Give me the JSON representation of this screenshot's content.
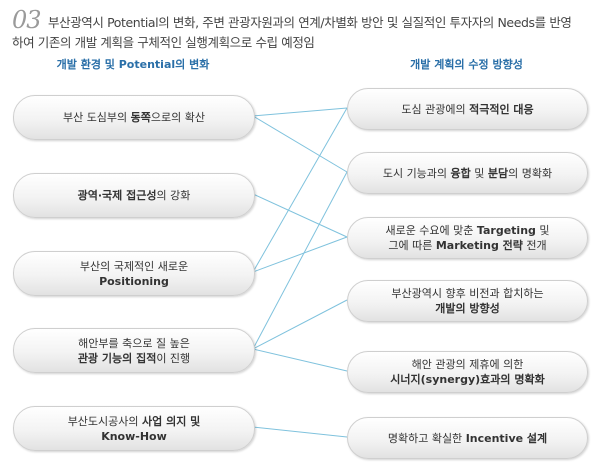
{
  "header": {
    "number": "03",
    "line1": "부산광역시 Potential의 변화, 주변 관광자원과의 연계/차별화 방안 및 실질적인 투자자의 Needs를 반영",
    "line2": "하여 기존의 개발 계획을 구체적인 실행계획으로 수립 예정임"
  },
  "columns": {
    "left_title": "개발 환경 및 Potential의 변화",
    "right_title": "개발 계획의 수정 방향성"
  },
  "left_items": [
    {
      "line1_pre": "부산 도심부의 ",
      "line1_bold": "동쪽",
      "line1_post": "으로의 확산",
      "line2": ""
    },
    {
      "line1_pre": "",
      "line1_bold": "광역·국제 접근성",
      "line1_post": "의 강화",
      "line2": ""
    },
    {
      "line1_pre": "부산의 국제적인 새로운",
      "line1_bold": "",
      "line1_post": "",
      "line2": "Positioning"
    },
    {
      "line1_pre": "해안부를 축으로 질 높은",
      "line1_bold": "",
      "line1_post": "",
      "line2_bold": "관광 기능의 집적",
      "line2_post": "이 진행"
    },
    {
      "line1_pre": "부산도시공사의 ",
      "line1_bold": "사업 의지 및",
      "line1_post": "",
      "line2": "Know-How"
    }
  ],
  "right_items": [
    {
      "line1_pre": "도심 관광에의 ",
      "line1_bold": "적극적인 대응",
      "line1_post": ""
    },
    {
      "line1_pre": "도시 기능과의 ",
      "line1_bold": "융합",
      "line1_mid": " 및 ",
      "line1_bold2": "분담",
      "line1_post": "의 명확화"
    },
    {
      "line1_pre": "새로운 수요에 맞춘 ",
      "line1_bold": "Targeting",
      "line1_post": " 및",
      "line2_pre": "그에 따른 ",
      "line2_bold": "Marketing 전략",
      "line2_post": " 전개"
    },
    {
      "line1_pre": "부산광역시 향후 비전과 합치하는",
      "line2_bold": "개발의 방향성"
    },
    {
      "line1_pre": "해안 관광의 제휴에 의한",
      "line2_bold": "시너지(synergy)효과의 명확화"
    },
    {
      "line1_pre": "명확하고 확실한 ",
      "line1_bold": "Incentive 설계"
    }
  ],
  "colors": {
    "connector": "#7fc2dd",
    "title": "#2a6fa8"
  }
}
